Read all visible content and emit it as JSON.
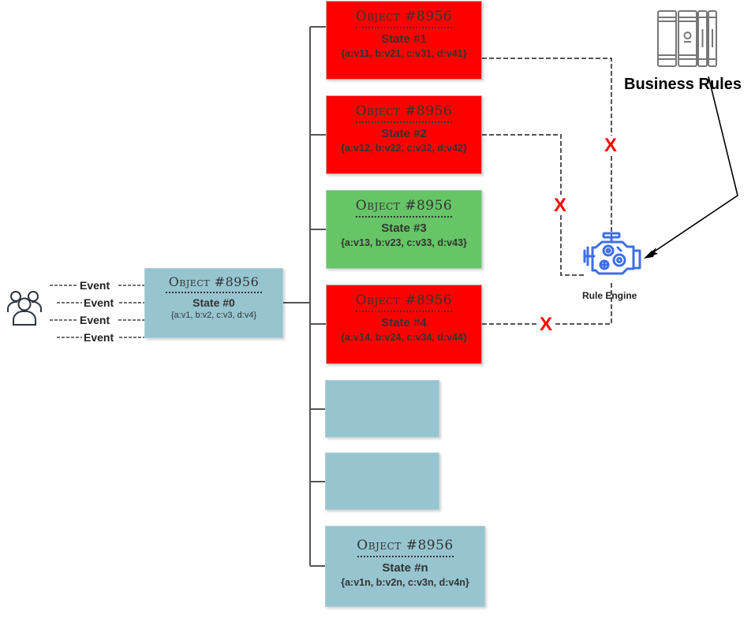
{
  "diagram": {
    "actors": {
      "icon": "users-group-icon"
    },
    "events": [
      "Event",
      "Event",
      "Event",
      "Event"
    ],
    "source_object": {
      "title": "Object #8956",
      "state": "State #0",
      "values": "{a:v1, b:v2, c:v3, d:v4}",
      "color": "#96c5d0"
    },
    "states": [
      {
        "title": "Object #8956",
        "state": "State #1",
        "values": "{a:v11, b:v21, c:v31, d:v41}",
        "status": "rejected",
        "color": "#ff0000"
      },
      {
        "title": "Object #8956",
        "state": "State #2",
        "values": "{a:v12, b:v22, c:v32, d:v42}",
        "status": "rejected",
        "color": "#ff0000"
      },
      {
        "title": "Object #8956",
        "state": "State #3",
        "values": "{a:v13, b:v23, c:v33, d:v43}",
        "status": "accepted",
        "color": "#66c566"
      },
      {
        "title": "Object #8956",
        "state": "State #4",
        "values": "{a:v14, b:v24, c:v34, d:v44}",
        "status": "rejected",
        "color": "#ff0000"
      },
      {
        "title": "",
        "state": "",
        "values": "",
        "status": "placeholder",
        "color": "#96c5d0"
      },
      {
        "title": "",
        "state": "",
        "values": "",
        "status": "placeholder",
        "color": "#96c5d0"
      },
      {
        "title": "Object #8956",
        "state": "State #n",
        "values": "{a:v1n, b:v2n, c:v3n, d:v4n}",
        "status": "pending",
        "color": "#96c5d0"
      }
    ],
    "rule_engine": {
      "label": "Rule Engine",
      "icon": "engine-icon",
      "color": "#3d6fe8"
    },
    "business_rules": {
      "label": "Business Rules",
      "icon": "books-icon"
    },
    "rejection_mark": "X",
    "colors": {
      "rejected": "#ff0000",
      "accepted": "#66c566",
      "neutral": "#96c5d0",
      "reject_mark": "#ff0000",
      "connector": "#555555"
    }
  }
}
